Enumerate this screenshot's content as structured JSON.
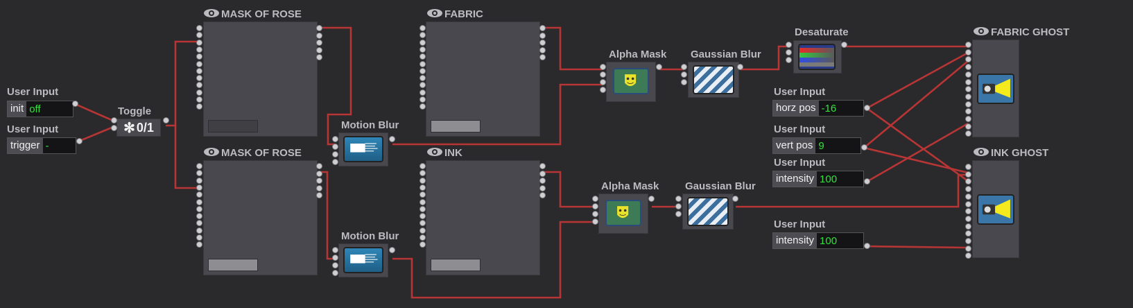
{
  "colors": {
    "wire": "#b83535",
    "background": "#2a2a2c",
    "value": "#33e13a"
  },
  "toggle": {
    "title": "Toggle",
    "value": "0/1"
  },
  "user_inputs": [
    {
      "title": "User Input",
      "label": "init",
      "value": "off"
    },
    {
      "title": "User Input",
      "label": "trigger",
      "value": "-"
    },
    {
      "title": "User Input",
      "label": "horz pos",
      "value": "-16"
    },
    {
      "title": "User Input",
      "label": "vert pos",
      "value": "9"
    },
    {
      "title": "User Input",
      "label": "intensity",
      "value": "100"
    },
    {
      "title": "User Input",
      "label": "intensity",
      "value": "100"
    }
  ],
  "layers": {
    "mask_top": "MASK OF ROSE",
    "mask_bottom": "MASK OF ROSE",
    "fabric": "FABRIC",
    "ink": "INK",
    "fabric_ghost": "FABRIC GHOST",
    "ink_ghost": "INK GHOST"
  },
  "effects": {
    "motion_blur_top": "Motion Blur",
    "motion_blur_bottom": "Motion Blur",
    "alpha_mask_top": "Alpha Mask",
    "alpha_mask_bottom": "Alpha Mask",
    "gaussian_blur_top": "Gaussian Blur",
    "gaussian_blur_bottom": "Gaussian Blur",
    "desaturate": "Desaturate"
  }
}
